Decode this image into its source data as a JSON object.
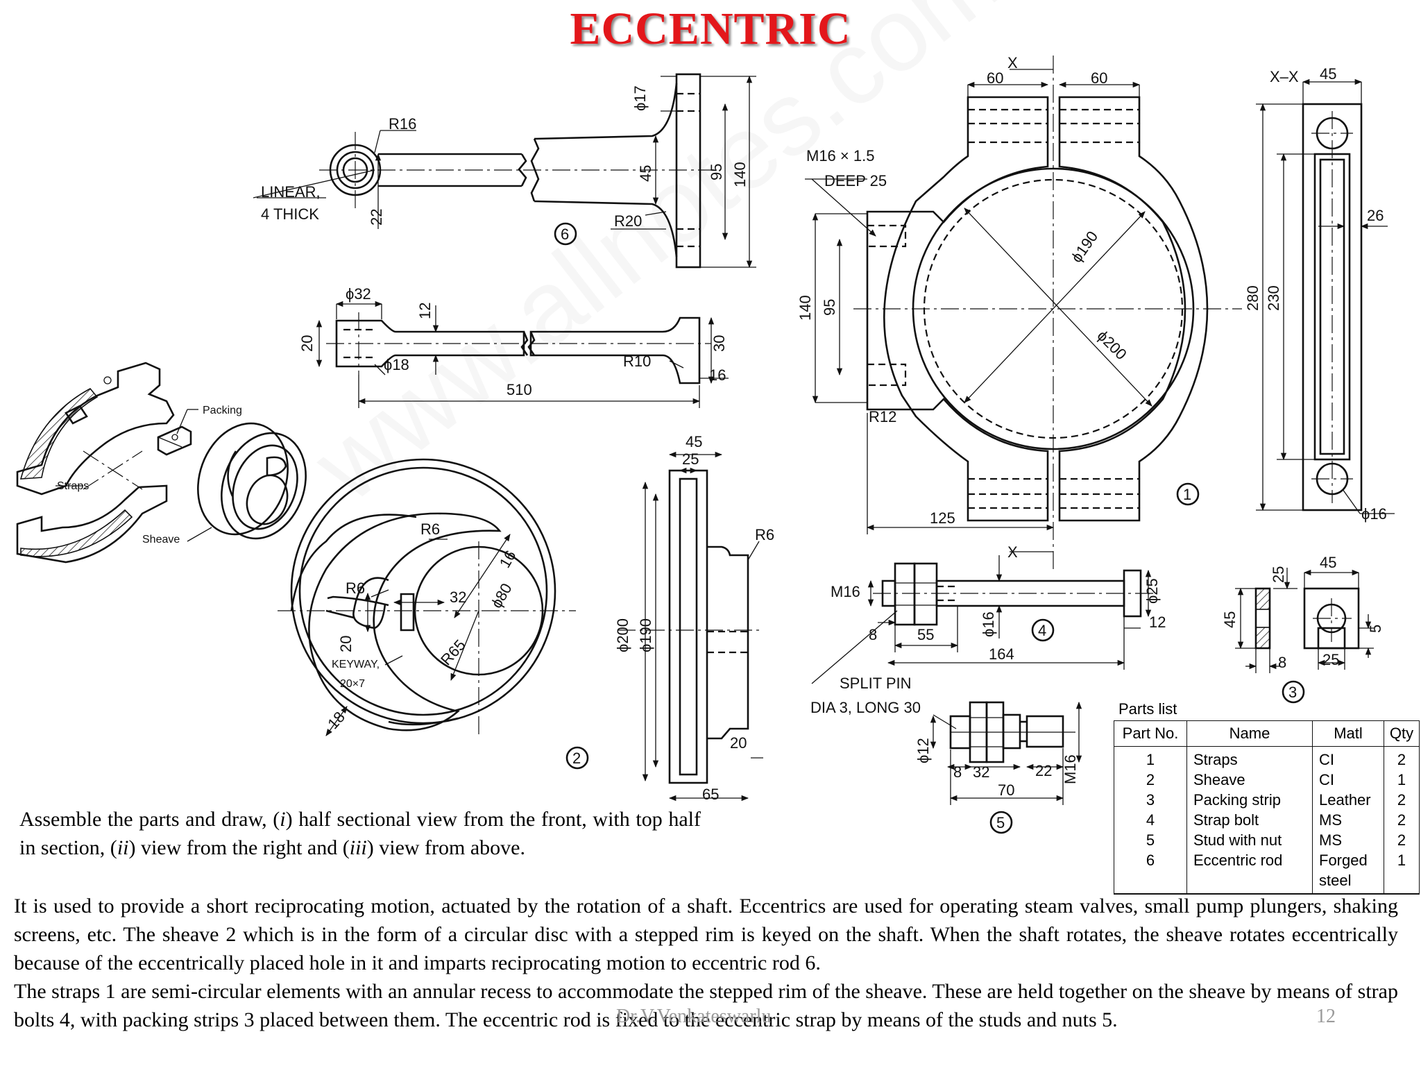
{
  "title": "ECCENTRIC",
  "instruction_html": "Assemble the parts and draw, (<i>i</i>) half sectional view from the front, with top half in section, (<i>ii</i>) view from the right and (<i>iii</i>) view from above.",
  "description": [
    "It is used to provide a short reciprocating motion, actuated by the rotation of a shaft. Eccentrics are used for operating steam valves, small pump plungers, shaking screens, etc. The sheave 2 which is in the form of a circular disc with a stepped rim is keyed on the shaft. When the shaft rotates, the sheave rotates eccentrically because of the eccentrically placed hole in it and imparts reciprocating motion to eccentric rod 6.",
    "The straps 1 are semi-circular elements with an annular recess to accommodate the stepped rim of the sheave. These are held together on the sheave by means of strap bolts 4, with packing strips 3 placed between them. The eccentric rod is fixed to the eccentric strap by means of the studs and nuts 5."
  ],
  "footer": {
    "author": "Dr.V.Venkateswarlu",
    "page": "12"
  },
  "watermark": "www.allnotes.com/",
  "parts_list": {
    "caption": "Parts list",
    "headers": [
      "Part No.",
      "Name",
      "Matl",
      "Qty"
    ],
    "rows": [
      [
        "1",
        "Straps",
        "CI",
        "2"
      ],
      [
        "2",
        "Sheave",
        "CI",
        "1"
      ],
      [
        "3",
        "Packing strip",
        "Leather",
        "2"
      ],
      [
        "4",
        "Strap bolt",
        "MS",
        "2"
      ],
      [
        "5",
        "Stud with nut",
        "MS",
        "2"
      ],
      [
        "6",
        "Eccentric rod",
        "Forged steel",
        "1"
      ]
    ]
  },
  "pictorial_labels": {
    "packing": "Packing",
    "straps": "Straps",
    "sheave": "Sheave"
  },
  "part_numbers": {
    "p1": "1",
    "p2": "2",
    "p3": "3",
    "p4": "4",
    "p5": "5",
    "p6": "6"
  },
  "part6_dims": {
    "r16": "R16",
    "linear_1": "LINEAR,",
    "linear_2": "4 THICK",
    "d22": "22",
    "d45": "45",
    "phi17": "ϕ17",
    "r20": "R20",
    "d95": "95",
    "d140": "140",
    "phi32": "ϕ32",
    "d12": "12",
    "d20": "20",
    "phi18": "ϕ18",
    "r10": "R10",
    "d30": "30",
    "d16": "16",
    "d510": "510"
  },
  "part1_dims": {
    "x_top": "X",
    "d60_left": "60",
    "d60_right": "60",
    "thread_1": "M16 × 1.5",
    "thread_2": "DEEP 25",
    "phi190": "ϕ190",
    "phi200": "ϕ200",
    "d140": "140",
    "d95": "95",
    "r12": "R12",
    "d125": "125",
    "x_bottom": "X",
    "xx": "X–X",
    "d45": "45",
    "d26": "26",
    "d280": "280",
    "d230": "230",
    "phi16": "ϕ16"
  },
  "part2_dims": {
    "r6_top": "R6",
    "r6_left": "R6",
    "d32": "32",
    "phi80": "ϕ80",
    "d16": "16",
    "d20": "20",
    "keyway_1": "KEYWAY,",
    "keyway_2": "20×7",
    "r65": "R65",
    "d18": "18",
    "d45": "45",
    "d25": "25",
    "r6_side": "R6",
    "phi200": "ϕ200",
    "phi190": "ϕ190",
    "d20_side": "20",
    "d65": "65"
  },
  "part4_dims": {
    "m16": "M16",
    "d8": "8",
    "d55": "55",
    "phi16": "ϕ16",
    "phi25": "ϕ25",
    "d12": "12",
    "d164": "164"
  },
  "part5_dims": {
    "split_1": "SPLIT PIN",
    "split_2": "DIA 3, LONG 30",
    "phi12": "ϕ12",
    "d8": "8",
    "d32": "32",
    "d70": "70",
    "d22": "22",
    "m16": "M16"
  },
  "part3_dims": {
    "d25_top": "25",
    "d45_top": "45",
    "d45_side": "45",
    "d8": "8",
    "d25_bottom": "25",
    "d5": "5"
  }
}
